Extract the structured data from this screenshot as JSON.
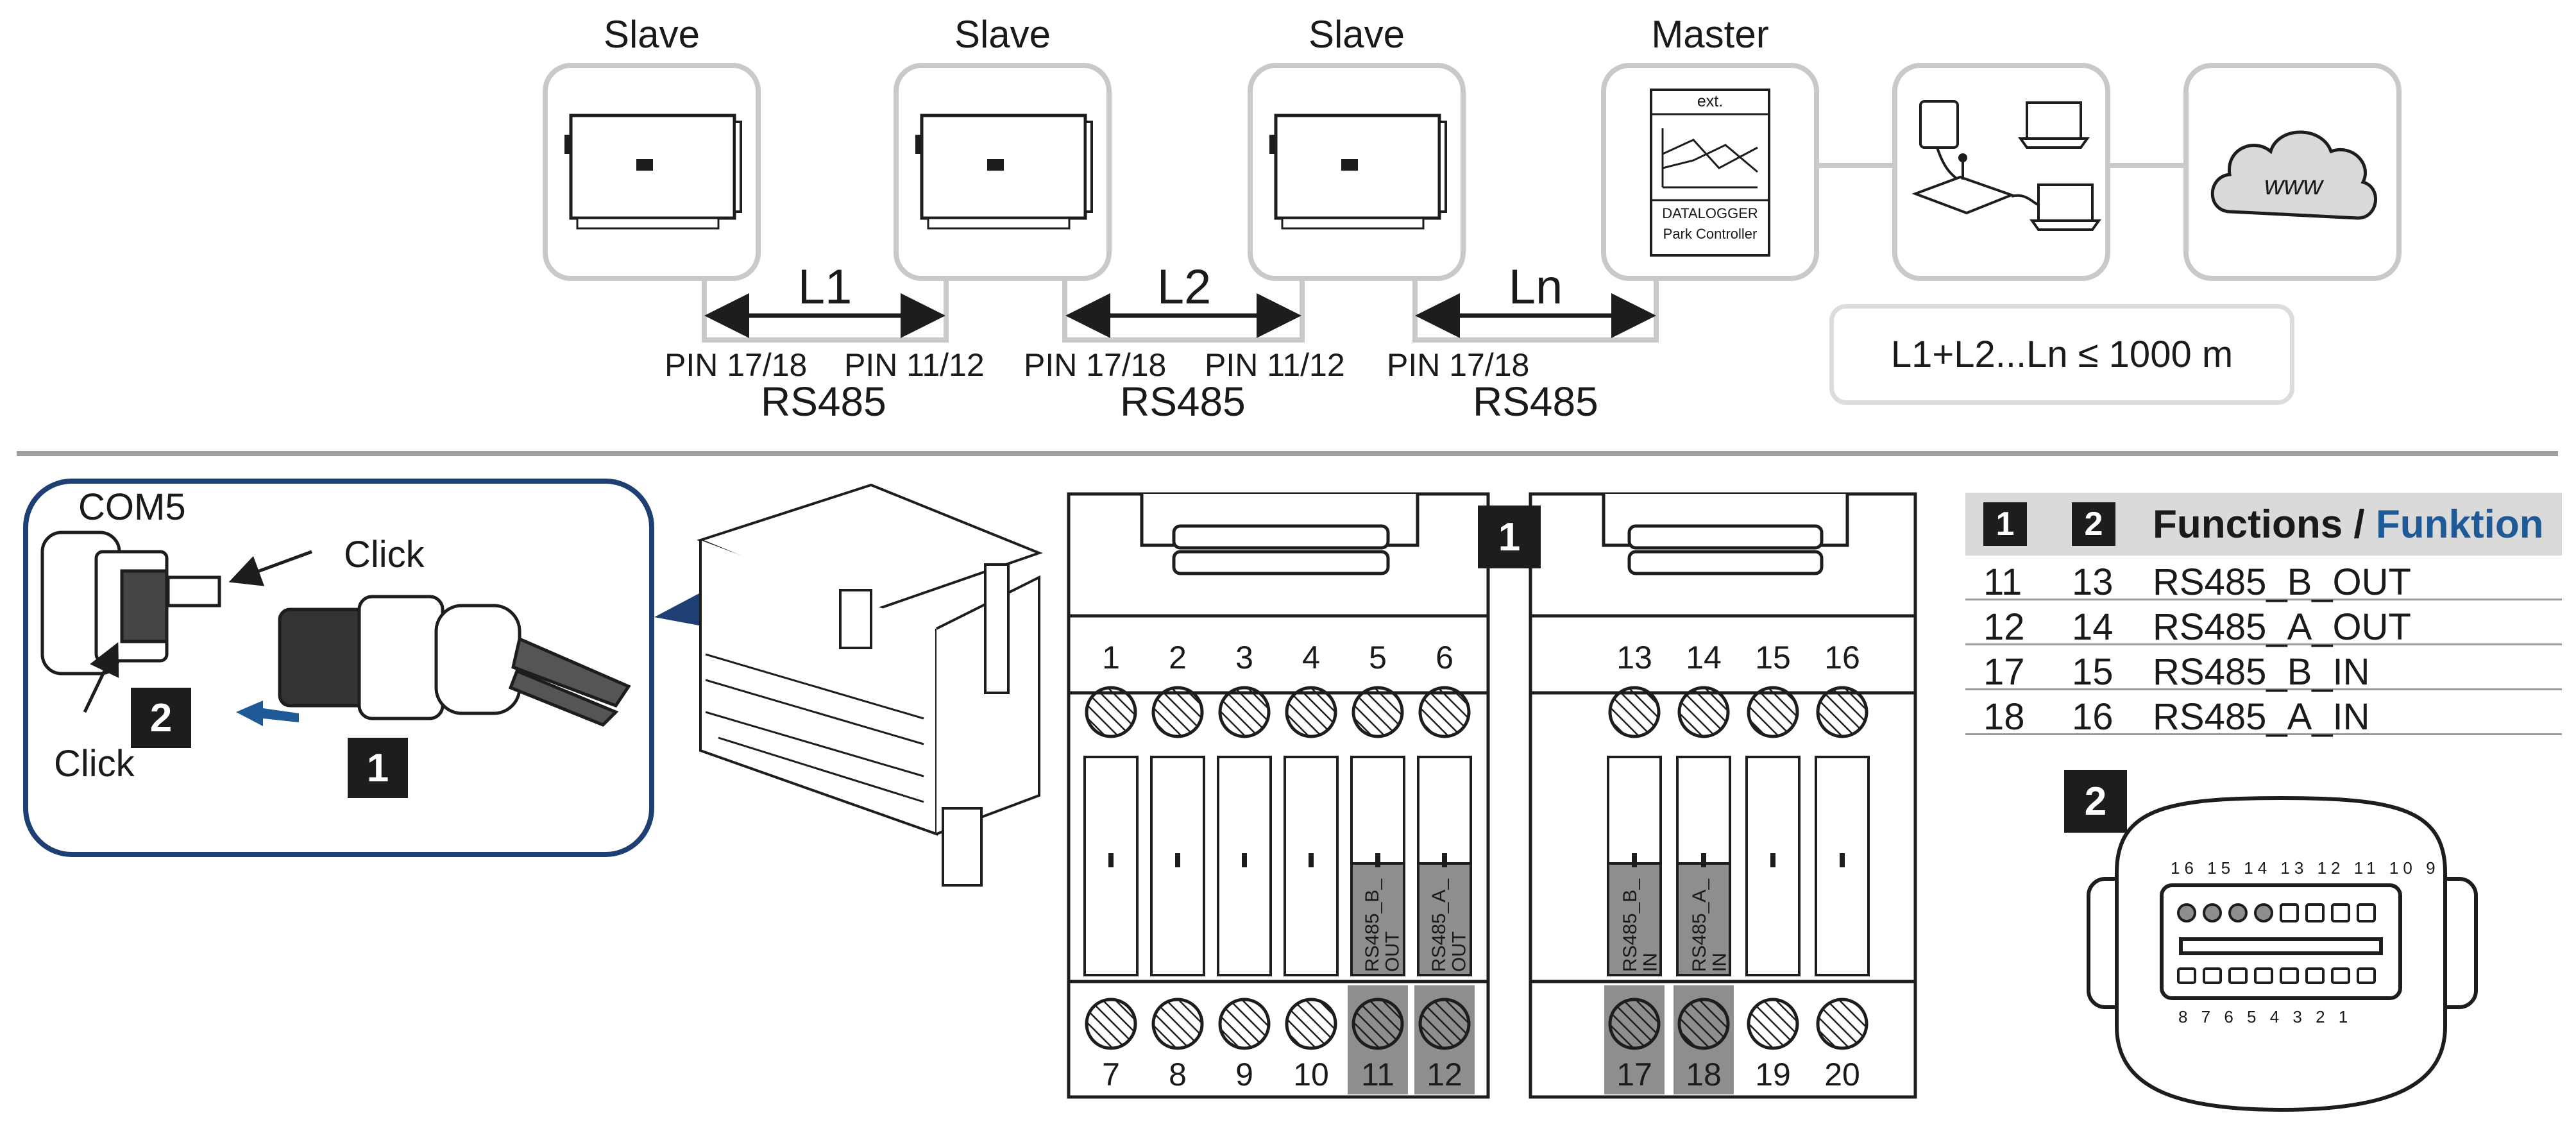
{
  "colors": {
    "frame": "#c9c9c9",
    "arrow": "#1d1d1b",
    "callout": "#1d3f73",
    "accent": "#1f5a96",
    "highlight": "#8e8e8e",
    "badge": "#1d1d1b"
  },
  "topology": {
    "devices": [
      {
        "title": "Slave",
        "icon": "inverter-icon"
      },
      {
        "title": "Slave",
        "icon": "inverter-icon"
      },
      {
        "title": "Slave",
        "icon": "inverter-icon"
      },
      {
        "title": "Master",
        "icon": "datalogger-icon",
        "screen_top": "ext.",
        "screen_bottom": [
          "DATALOGGER",
          "Park Controller"
        ]
      },
      {
        "title": "",
        "icon": "network-devices-icon"
      },
      {
        "title": "",
        "icon": "www-cloud-icon"
      }
    ],
    "segments": [
      {
        "name": "L1",
        "pin_left": "PIN 17/18",
        "pin_right": "PIN 11/12",
        "bus": "RS485"
      },
      {
        "name": "L2",
        "pin_left": "PIN 17/18",
        "pin_right": "PIN 11/12",
        "bus": "RS485"
      },
      {
        "name": "Ln",
        "pin_left": "PIN 17/18",
        "pin_right": "",
        "bus": "RS485"
      }
    ],
    "cloud_text": "www",
    "formula": "L1+L2...Ln ≤ 1000 m"
  },
  "connector_callout": {
    "port": "COM5",
    "click_top": "Click",
    "click_bottom": "Click",
    "badge_connector": "2",
    "badge_plug": "1"
  },
  "terminal_block_1": {
    "badge": "1",
    "top_numbers": [
      "1",
      "2",
      "3",
      "4",
      "5",
      "6"
    ],
    "bottom_numbers": [
      "7",
      "8",
      "9",
      "10",
      "11",
      "12"
    ],
    "highlighted": [
      "11",
      "12"
    ],
    "bin_labels": [
      "RS485_B_\nOUT",
      "RS485_A_\nOUT"
    ]
  },
  "terminal_block_2": {
    "top_numbers": [
      "13",
      "14",
      "15",
      "16"
    ],
    "bottom_numbers": [
      "17",
      "18",
      "19",
      "20"
    ],
    "highlighted": [
      "17",
      "18"
    ],
    "bin_labels": [
      "RS485_B_\nIN",
      "RS485_A_\nIN"
    ]
  },
  "functions_table": {
    "col1_badge": "1",
    "col2_badge": "2",
    "title": "Functions / ",
    "title_accent": "Funktion",
    "rows": [
      [
        "11",
        "13",
        "RS485_B_OUT"
      ],
      [
        "12",
        "14",
        "RS485_A_OUT"
      ],
      [
        "17",
        "15",
        "RS485_B_IN"
      ],
      [
        "18",
        "16",
        "RS485_A_IN"
      ]
    ]
  },
  "connector_face": {
    "badge": "2",
    "top_pins": "16 15 14 13 12 11 10 9",
    "bottom_pins": "8 7 6 5 4 3 2 1"
  }
}
